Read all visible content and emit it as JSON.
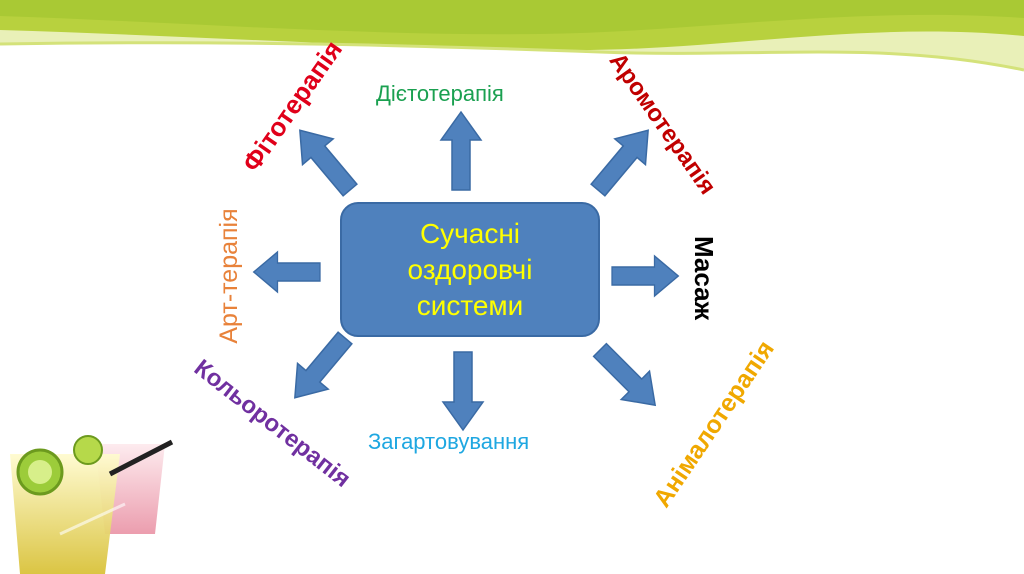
{
  "center": {
    "line1": "Сучасні",
    "line2": "оздоровчі",
    "line3": "системи"
  },
  "labels": {
    "fitoterapiia": "Фітотерапія",
    "dietoterapiia": "Дієтотерапія",
    "aromoterapiia": "Аромотерапія",
    "art_terapiia": "Арт-терапія",
    "masazh": "Масаж",
    "koloroterapiia": "Кольоротерапія",
    "zahartovuvannia": "Загартовування",
    "animaloterapiia": "Анімалотерапія"
  },
  "colors": {
    "center_fill": "#4f81bd",
    "center_text": "#ffff00",
    "arrow_fill": "#4f81bd",
    "fitoterapiia": "#e0001a",
    "dietoterapiia": "#1aa050",
    "aromoterapiia": "#c00000",
    "art_terapiia": "#e8823a",
    "masazh": "#000000",
    "koloroterapiia": "#7030a0",
    "zahartovuvannia": "#1ea7e1",
    "animaloterapiia": "#f0a800",
    "wave_green": "#a9c934",
    "wave_light": "#e9f0b8"
  }
}
